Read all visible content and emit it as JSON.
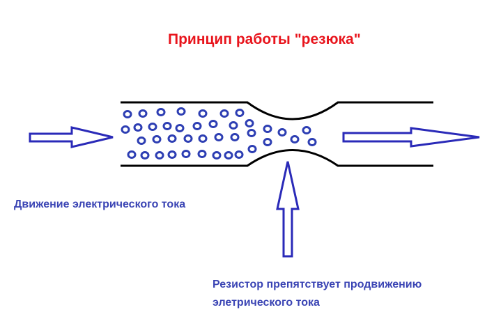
{
  "title": "Принцип работы \"резюка\"",
  "labels": {
    "current_flow": "Движение электрического тока",
    "resistor_line1": "Резистор препятствует продвижению",
    "resistor_line2": "элетрического тока"
  },
  "colors": {
    "title": "#e8141c",
    "label": "#3a44b4",
    "arrow": "#2a2ab8",
    "particle": "#2d3eb3",
    "wire": "#000000"
  }
}
